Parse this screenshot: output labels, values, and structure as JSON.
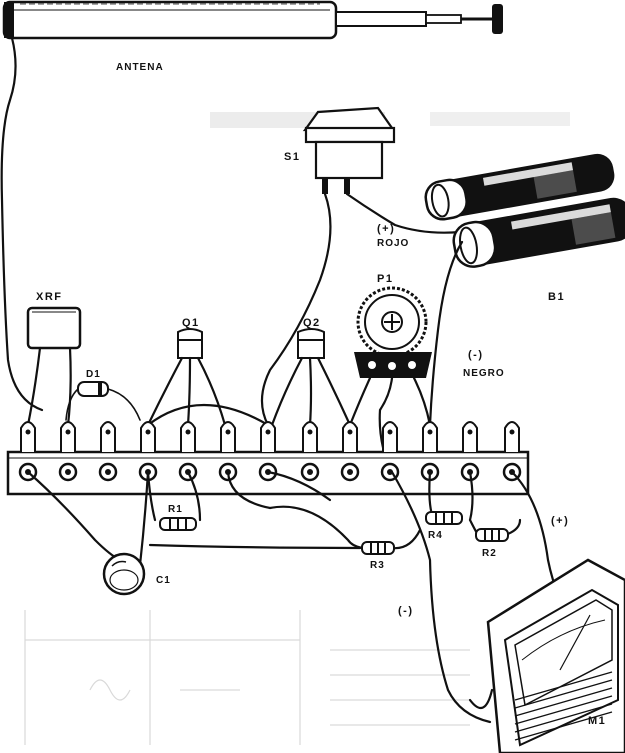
{
  "labels": {
    "antenna": "ANTENA",
    "switch": "S1",
    "battery_plus": "(+)",
    "battery_plus_color": "ROJO",
    "battery": "B1",
    "potentiometer": "P1",
    "battery_minus": "(-)",
    "battery_minus_color": "NEGRO",
    "rf_choke": "XRF",
    "transistor_1": "Q1",
    "transistor_2": "Q2",
    "diode": "D1",
    "resistor_1": "R1",
    "resistor_2": "R2",
    "resistor_3": "R3",
    "resistor_4": "R4",
    "capacitor": "C1",
    "meter_plus": "(+)",
    "meter_minus": "(-)",
    "meter": "M1"
  },
  "colors": {
    "ink": "#111111",
    "paper": "#ffffff"
  }
}
